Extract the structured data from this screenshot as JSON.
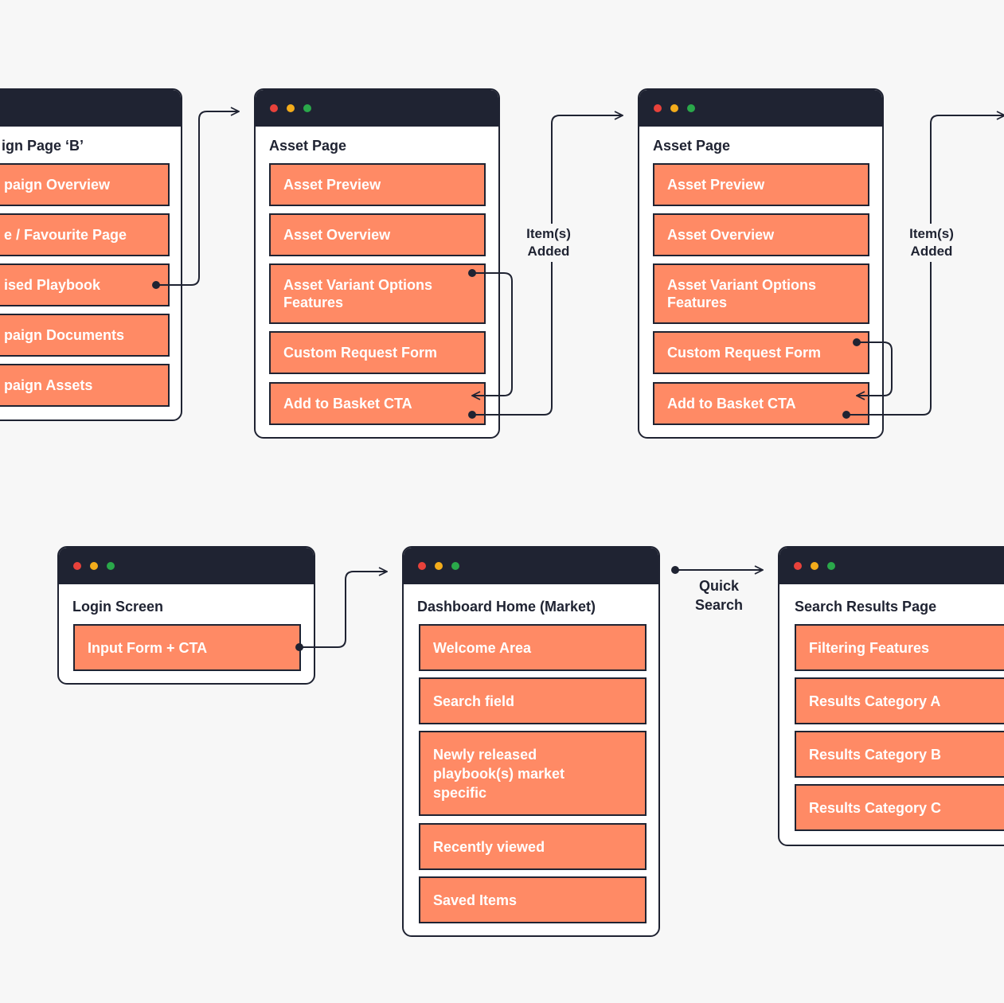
{
  "colors": {
    "background": "#f7f7f7",
    "titlebar": "#1f2332",
    "item": "#ff8a65",
    "item_text": "#ffffff",
    "dot_red": "#e8423b",
    "dot_yellow": "#f3ac1b",
    "dot_green": "#2aa84a"
  },
  "windows": {
    "campaign_b": {
      "title": "ign Page ‘B’",
      "items": [
        "paign Overview",
        "e / Favourite Page",
        "ised Playbook",
        "paign Documents",
        "paign Assets"
      ]
    },
    "asset_1": {
      "title": "Asset Page",
      "items": [
        "Asset Preview",
        "Asset Overview",
        "Asset Variant Options Features",
        "Custom Request Form",
        "Add to Basket CTA"
      ]
    },
    "asset_2": {
      "title": "Asset Page",
      "items": [
        "Asset Preview",
        "Asset Overview",
        "Asset Variant Options Features",
        "Custom Request Form",
        "Add to Basket CTA"
      ]
    },
    "login": {
      "title": "Login Screen",
      "items": [
        "Input Form + CTA"
      ]
    },
    "dashboard": {
      "title": "Dashboard Home (Market)",
      "items": [
        "Welcome Area",
        "Search field",
        "Newly released playbook(s) market specific",
        "Recently viewed",
        "Saved Items"
      ]
    },
    "search_results": {
      "title": "Search Results Page",
      "items": [
        "Filtering Features",
        "Results Category A",
        "Results Category B",
        "Results Category C"
      ]
    }
  },
  "connector_labels": {
    "items_added_1": [
      "Item(s)",
      "Added"
    ],
    "items_added_2": [
      "Item(s)",
      "Added"
    ],
    "quick_search": [
      "Quick",
      "Search"
    ]
  }
}
